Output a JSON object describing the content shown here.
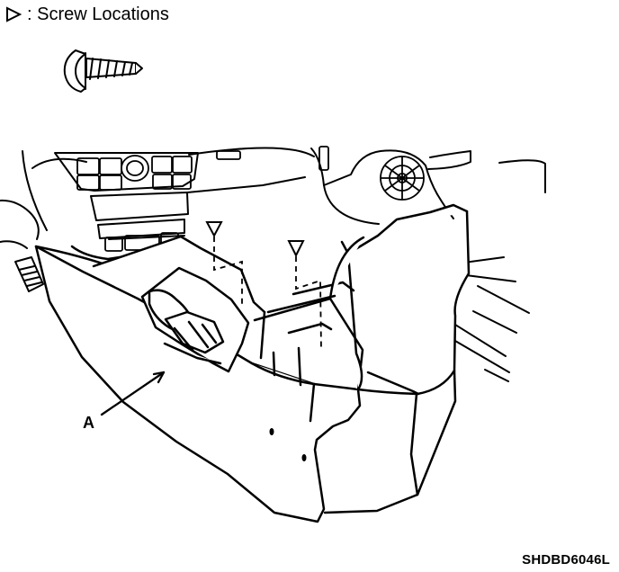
{
  "legend": {
    "icon": "screw-location-triangle-icon",
    "label": ": Screw Locations"
  },
  "callout": {
    "label": "A"
  },
  "figure": {
    "code": "SHDBD6046L"
  }
}
